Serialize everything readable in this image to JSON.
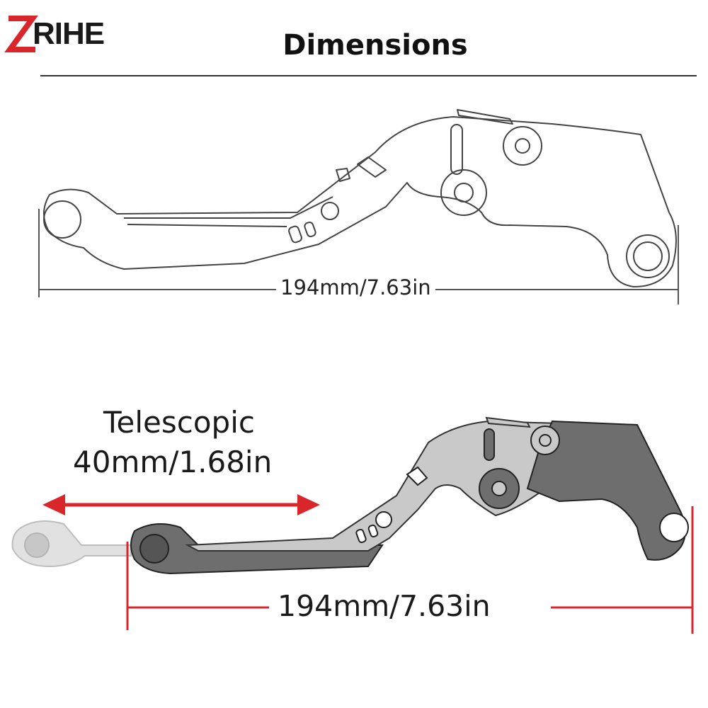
{
  "brand": {
    "logo_text": "ZRIHE",
    "logo_text_after_mark": "RIHE"
  },
  "header": {
    "title": "Dimensions"
  },
  "top_diagram": {
    "length_label": "194mm/7.63in"
  },
  "bottom_diagram": {
    "feature_label": "Telescopic",
    "telescopic_label": "40mm/1.68in",
    "length_label": "194mm/7.63in"
  },
  "colors": {
    "accent_red": "#d9262a",
    "lever_dark": "#6e6e6e",
    "lever_light": "#c9c9c9",
    "ghost": "#d2d2d2"
  }
}
